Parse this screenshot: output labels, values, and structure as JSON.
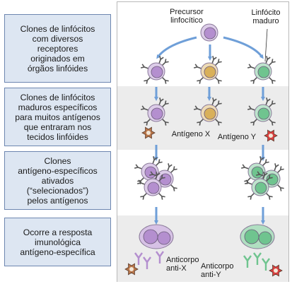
{
  "stages": [
    {
      "text": "Clones de linfócitos\ncom diversos\nreceptores\noriginados em\nórgãos linfóides"
    },
    {
      "text": "Clones de linfócitos\nmaduros específicos\npara muitos antígenos\nque entraram nos\ntecidos linfóides"
    },
    {
      "text": "Clones\nantígeno-específicos\nativados\n(“selecionados”)\npelos antígenos"
    },
    {
      "text": "Ocorre a resposta\nimunológica\nantígeno-específica"
    }
  ],
  "labels": {
    "precursor": "Precursor\nlinfocítico",
    "mature": "Linfócito\nmaduro",
    "antigen_x": "Antígeno X",
    "antigen_y": "Antígeno Y",
    "antibody_x": "Anticorpo\nanti-X",
    "antibody_y": "Anticorpo\nanti-Y"
  },
  "colors": {
    "label_fill": "#dde6f2",
    "label_border": "#6d86b0",
    "band_gray": "#ececec",
    "arrow": "#6f9fd8",
    "purple_cell": "#b48fcf",
    "yellow_cell": "#d9b05a",
    "green_cell": "#6fc48f",
    "antigen_x": "#b8764a",
    "antigen_y": "#d94040"
  }
}
